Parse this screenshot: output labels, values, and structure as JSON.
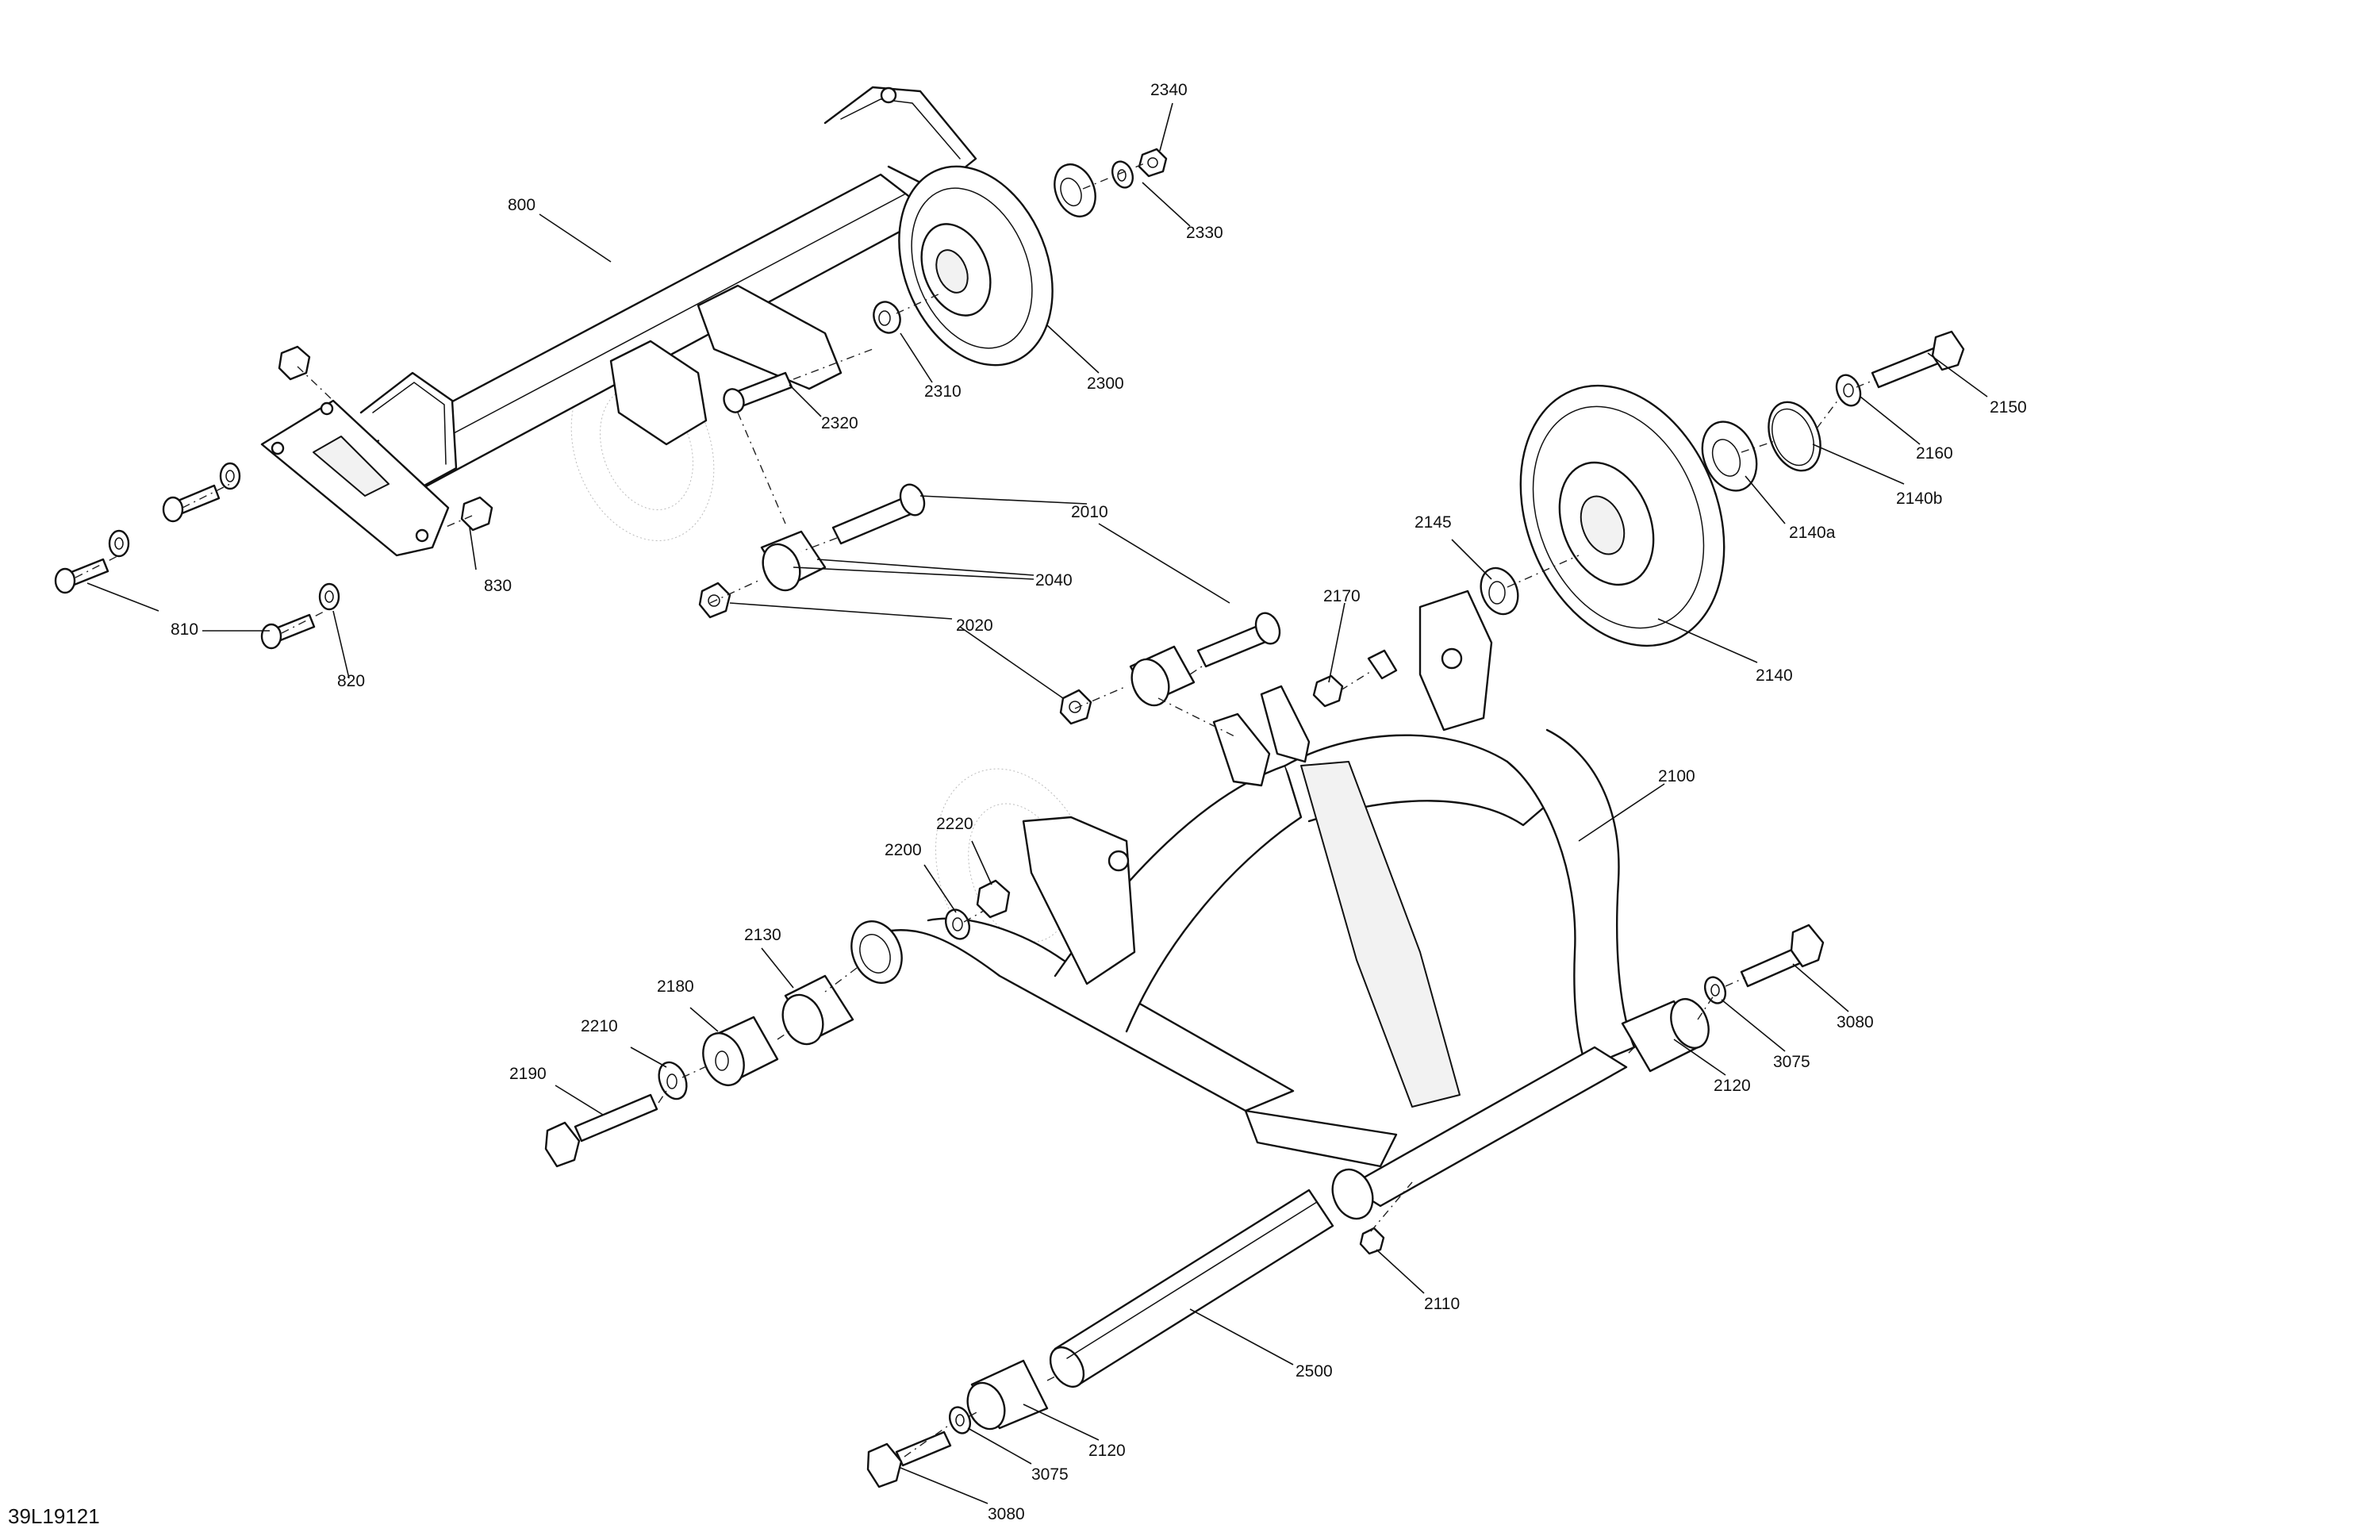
{
  "figure_id": "39L19121",
  "callouts": [
    {
      "id": "c-2340",
      "label": "2340"
    },
    {
      "id": "c-2330",
      "label": "2330"
    },
    {
      "id": "c-800",
      "label": "800"
    },
    {
      "id": "c-2300",
      "label": "2300"
    },
    {
      "id": "c-2310",
      "label": "2310"
    },
    {
      "id": "c-2320",
      "label": "2320"
    },
    {
      "id": "c-2150",
      "label": "2150"
    },
    {
      "id": "c-2160",
      "label": "2160"
    },
    {
      "id": "c-2140b",
      "label": "2140b"
    },
    {
      "id": "c-2140a",
      "label": "2140a"
    },
    {
      "id": "c-2140",
      "label": "2140"
    },
    {
      "id": "c-2145",
      "label": "2145"
    },
    {
      "id": "c-2010",
      "label": "2010"
    },
    {
      "id": "c-2040",
      "label": "2040"
    },
    {
      "id": "c-2020",
      "label": "2020"
    },
    {
      "id": "c-2170",
      "label": "2170"
    },
    {
      "id": "c-830",
      "label": "830"
    },
    {
      "id": "c-810",
      "label": "810"
    },
    {
      "id": "c-820",
      "label": "820"
    },
    {
      "id": "c-2100",
      "label": "2100"
    },
    {
      "id": "c-2220",
      "label": "2220"
    },
    {
      "id": "c-2200",
      "label": "2200"
    },
    {
      "id": "c-2130",
      "label": "2130"
    },
    {
      "id": "c-2180",
      "label": "2180"
    },
    {
      "id": "c-2210",
      "label": "2210"
    },
    {
      "id": "c-2190",
      "label": "2190"
    },
    {
      "id": "c-3080-a",
      "label": "3080"
    },
    {
      "id": "c-3075-a",
      "label": "3075"
    },
    {
      "id": "c-2120-a",
      "label": "2120"
    },
    {
      "id": "c-2110",
      "label": "2110"
    },
    {
      "id": "c-2500",
      "label": "2500"
    },
    {
      "id": "c-2120-b",
      "label": "2120"
    },
    {
      "id": "c-3075-b",
      "label": "3075"
    },
    {
      "id": "c-3080-b",
      "label": "3080"
    }
  ]
}
